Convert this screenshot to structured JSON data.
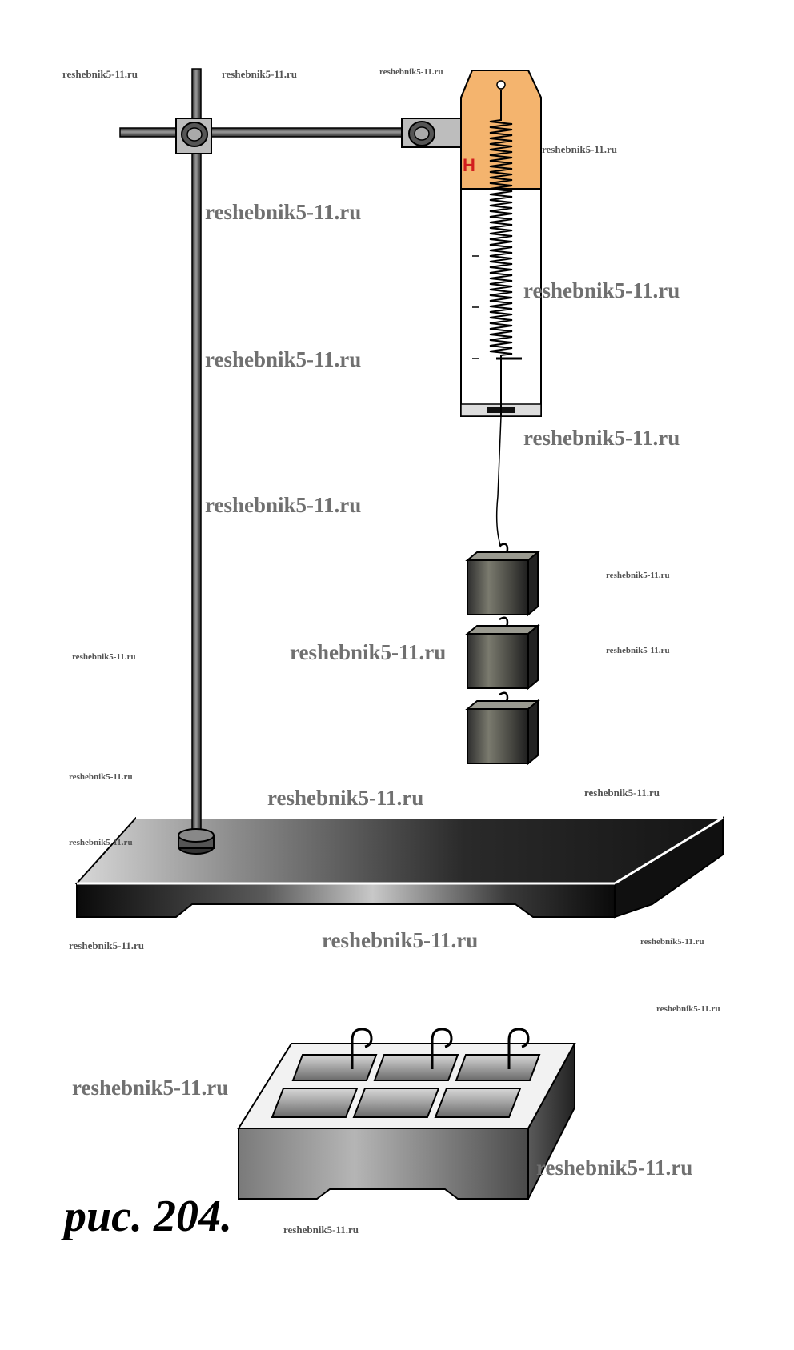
{
  "caption": "рис. 204.",
  "dynamometer": {
    "scale_letter": "Н"
  },
  "watermarks": [
    "reshebnik5-11.ru",
    "reshebnik5-11.ru",
    "reshebnik5-11.ru",
    "reshebnik5-11.ru",
    "reshebnik5-11.ru",
    "reshebnik5-11.ru",
    "reshebnik5-11.ru",
    "reshebnik5-11.ru",
    "reshebnik5-11.ru",
    "reshebnik5-11.ru",
    "reshebnik5-11.ru",
    "reshebnik5-11.ru",
    "reshebnik5-11.ru",
    "reshebnik5-11.ru",
    "reshebnik5-11.ru",
    "reshebnik5-11.ru",
    "reshebnik5-11.ru",
    "reshebnik5-11.ru",
    "reshebnik5-11.ru",
    "reshebnik5-11.ru",
    "reshebnik5-11.ru",
    "reshebnik5-11.ru",
    "reshebnik5-11.ru"
  ],
  "colors": {
    "scale_top": "#f4b46e",
    "scale_letter": "#d21e1e",
    "metal": "#3c3c3c"
  }
}
